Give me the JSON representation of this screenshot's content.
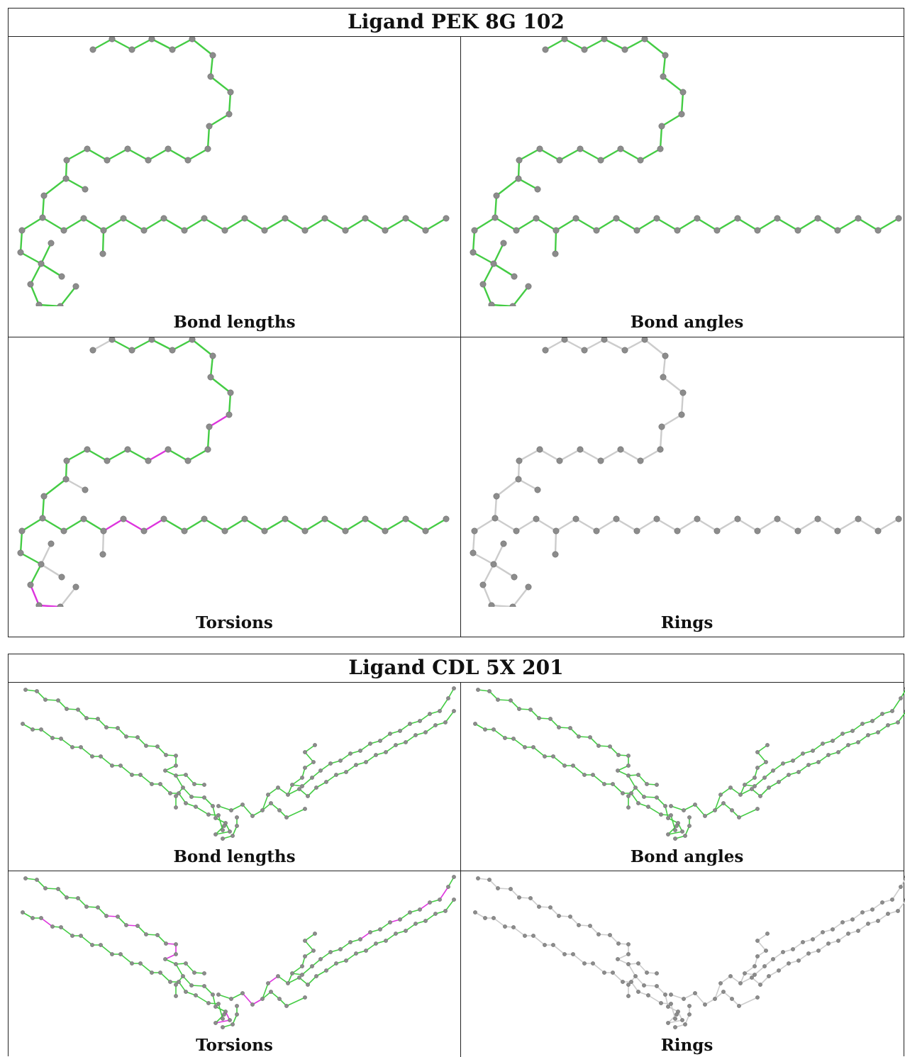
{
  "colors": {
    "green": "#44cc44",
    "magenta": "#dd33dd",
    "grey_bond": "#cccccc",
    "atom": "#8c8c8c"
  },
  "panels": [
    {
      "title": "Ligand PEK 8G 102",
      "cells": [
        {
          "caption": "Bond lengths",
          "style": "green"
        },
        {
          "caption": "Bond angles",
          "style": "green"
        },
        {
          "caption": "Torsions",
          "style": "torsion"
        },
        {
          "caption": "Rings",
          "style": "grey"
        }
      ]
    },
    {
      "title": "Ligand CDL 5X 201",
      "cells": [
        {
          "caption": "Bond lengths",
          "style": "green"
        },
        {
          "caption": "Bond angles",
          "style": "green"
        },
        {
          "caption": "Torsions",
          "style": "torsion"
        },
        {
          "caption": "Rings",
          "style": "grey"
        }
      ]
    }
  ]
}
